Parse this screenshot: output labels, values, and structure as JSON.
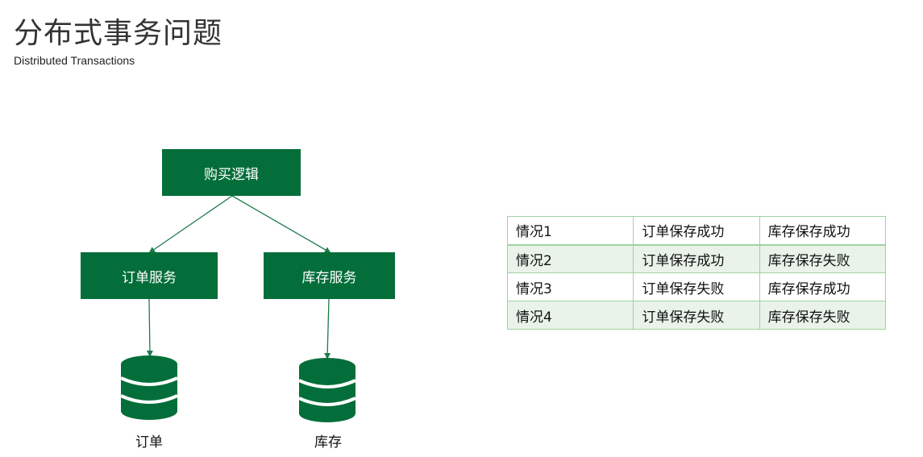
{
  "slide": {
    "title": "分布式事务问题",
    "subtitle": "Distributed Transactions"
  },
  "diagram": {
    "root": {
      "label": "购买逻辑"
    },
    "services": [
      {
        "label": "订单服务"
      },
      {
        "label": "库存服务"
      }
    ],
    "databases": [
      {
        "label": "订单",
        "icon": "database-icon"
      },
      {
        "label": "库存",
        "icon": "database-icon"
      }
    ],
    "colors": {
      "box": "#036e39",
      "arrow": "#1e7a4a",
      "table_border": "#9fd29f",
      "table_shade": "#e9f3e9"
    }
  },
  "cases_table": {
    "rows": [
      [
        "情况1",
        "订单保存成功",
        "库存保存成功"
      ],
      [
        "情况2",
        "订单保存成功",
        "库存保存失败"
      ],
      [
        "情况3",
        "订单保存失败",
        "库存保存成功"
      ],
      [
        "情况4",
        "订单保存失败",
        "库存保存失败"
      ]
    ]
  }
}
